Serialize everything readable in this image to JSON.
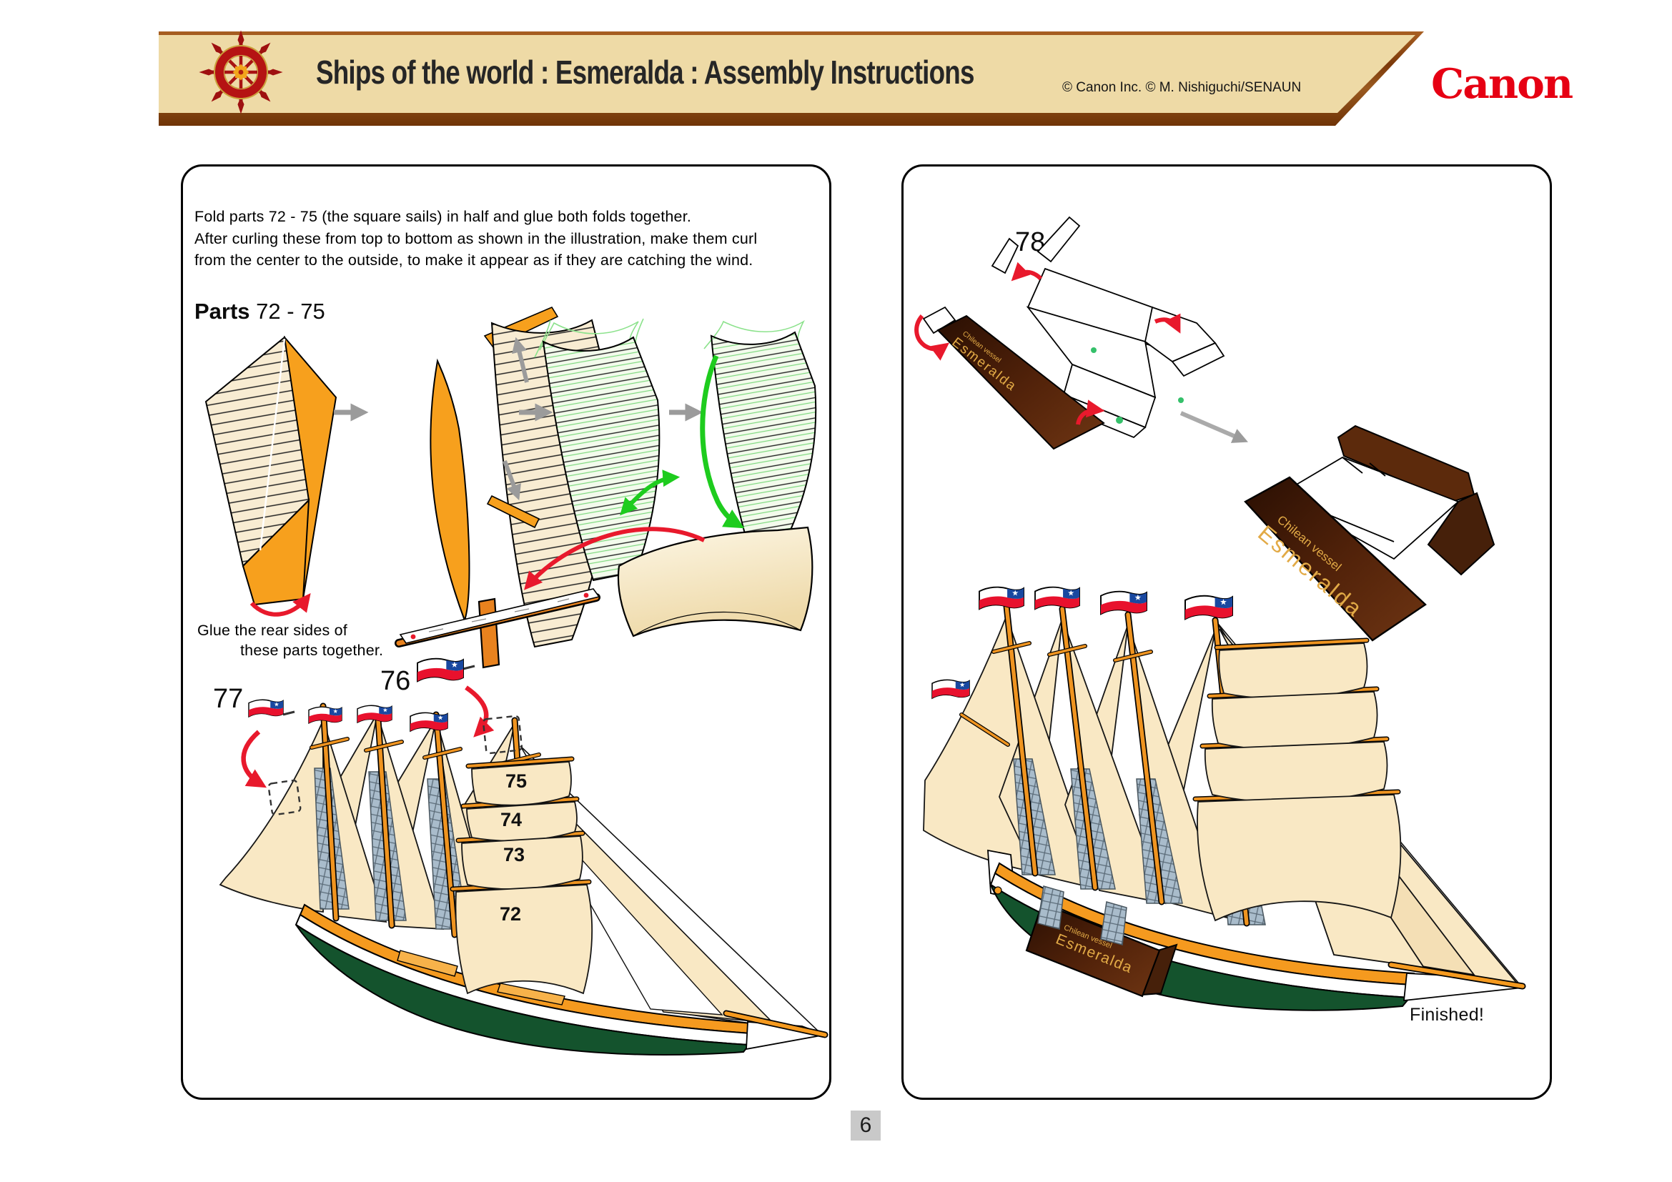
{
  "header": {
    "title": "Ships of the world : Esmeralda : Assembly Instructions",
    "copyright": "© Canon Inc. © M. Nishiguchi/SENAUN",
    "brand": "Canon"
  },
  "colors": {
    "banner_bg": "#eedaa6",
    "banner_wood": "#8a4516",
    "canon_red": "#e60013",
    "sail_cream": "#f9e8c4",
    "hull_green": "#14532d",
    "mast_orange": "#ef9420",
    "flag_red": "#e8112d",
    "flag_blue": "#1948a0",
    "stand_brown": "#3a1505",
    "stand_gold": "#e2aa46",
    "arrow_red": "#e8192c",
    "arrow_green": "#1ecc1e",
    "arrow_gray": "#9b9b9b"
  },
  "left_panel": {
    "instructions": [
      "Fold parts 72 - 75 (the square sails) in half and glue both folds together.",
      "After curling these from top to bottom as shown in the illustration, make them curl",
      "from the center to the outside, to make it appear as if they are catching the wind."
    ],
    "parts_word": "Parts",
    "parts_range": "72 - 75",
    "glue_line1": "Glue the rear sides of",
    "glue_line2": "these parts together.",
    "part77": "77",
    "part76": "76",
    "sail_labels": [
      "75",
      "74",
      "73",
      "72"
    ]
  },
  "right_panel": {
    "part78": "78",
    "stand_line1": "Chilean vessel",
    "stand_line2": "Esmeralda",
    "finished": "Finished!"
  },
  "footer": {
    "page_number": "6"
  }
}
